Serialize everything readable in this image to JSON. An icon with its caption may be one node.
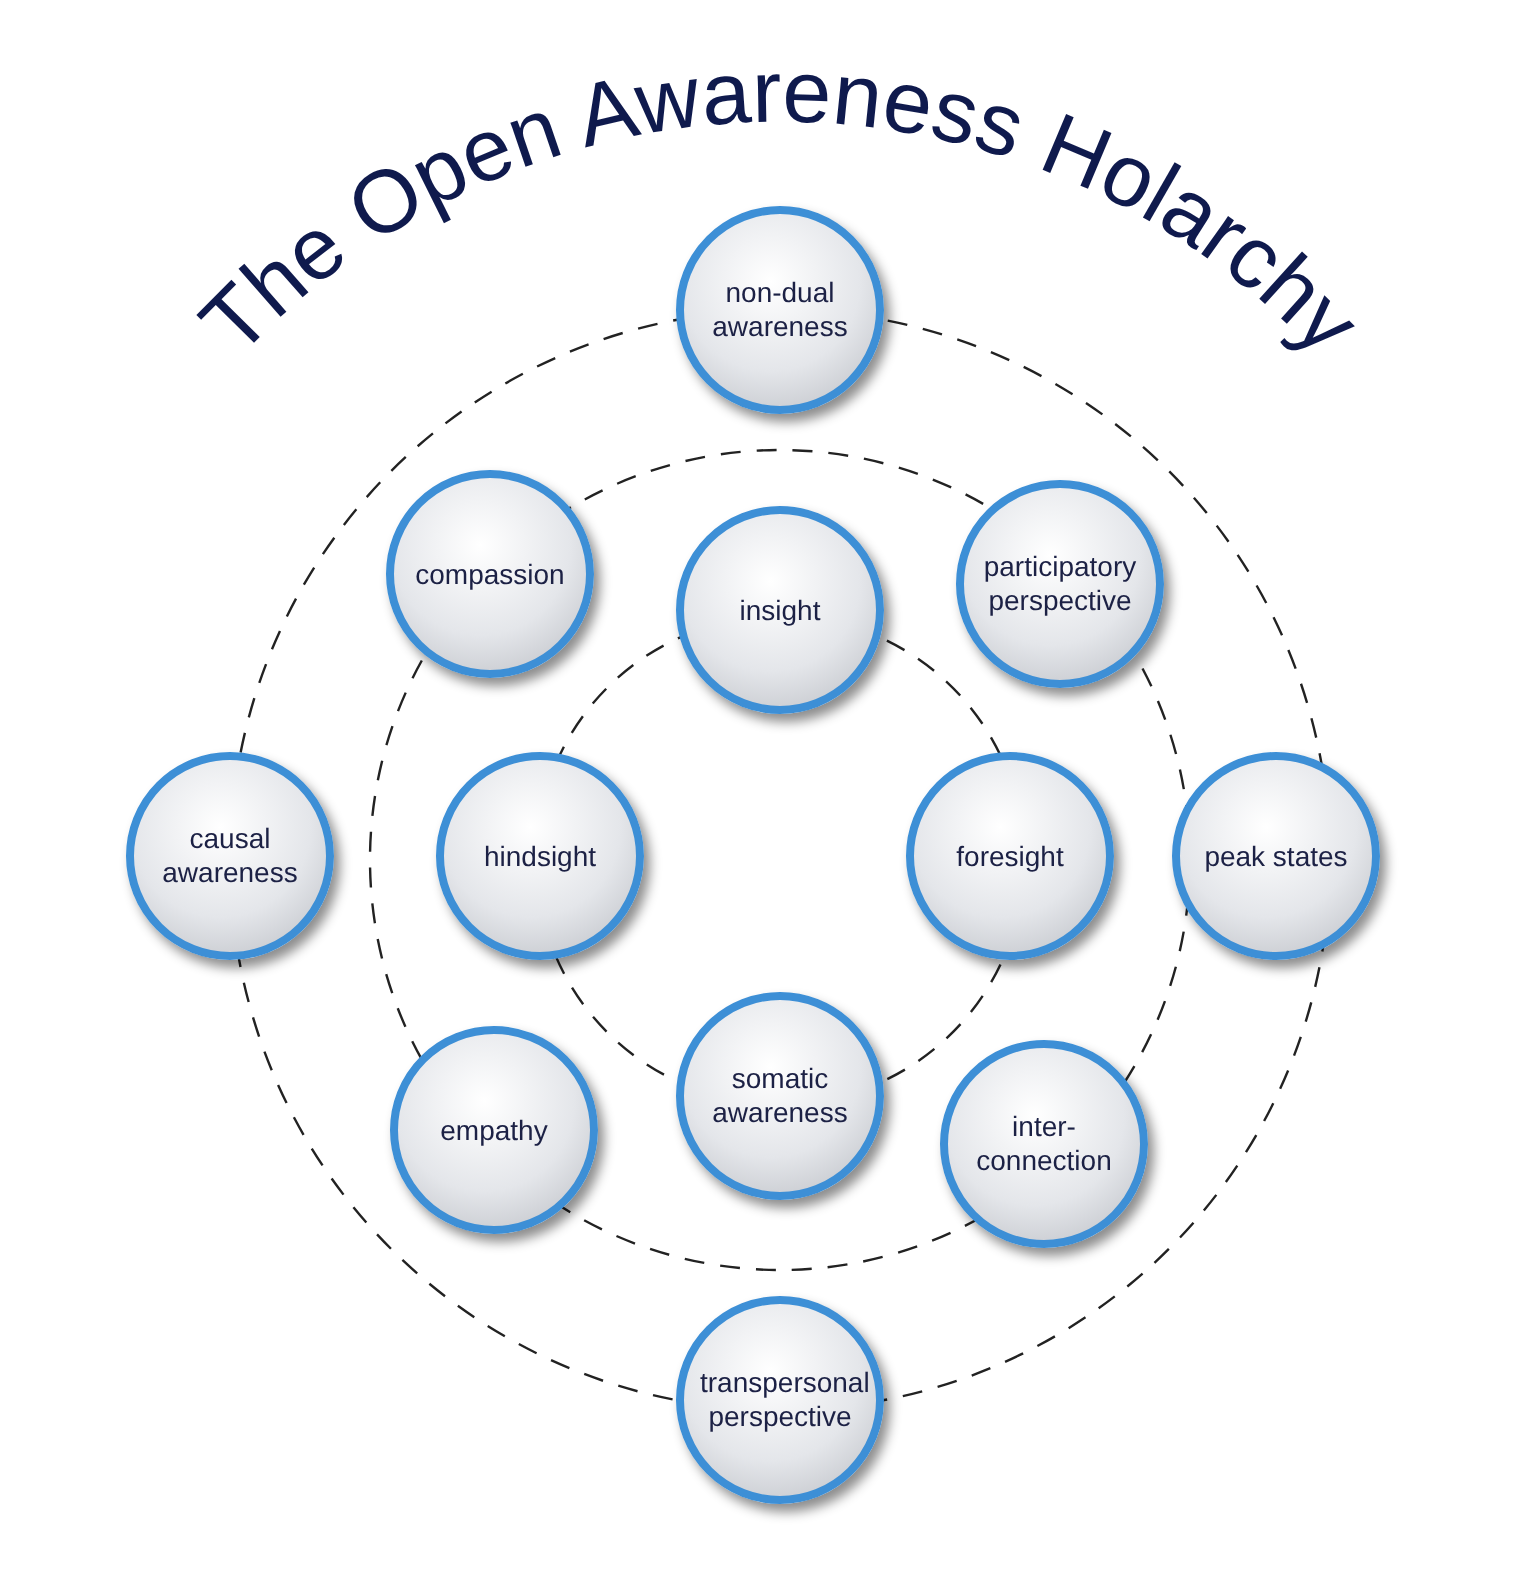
{
  "diagram": {
    "title": "The Open Awareness Holarchy",
    "nodes": [
      {
        "text": [
          "non-dual awareness"
        ]
      },
      {
        "text": [
          "compassion"
        ]
      },
      {
        "text": [
          "insight"
        ]
      },
      {
        "text": [
          "participatory perspective"
        ]
      },
      {
        "text": [
          "causal awareness"
        ]
      },
      {
        "text": [
          "hindsight"
        ]
      },
      {
        "text": [
          "foresight"
        ]
      },
      {
        "text": [
          "peak states"
        ]
      },
      {
        "text": [
          "empathy"
        ]
      },
      {
        "text": [
          "somatic awareness"
        ]
      },
      {
        "text": [
          "inter- connection"
        ]
      },
      {
        "text": [
          "transpersonal perspective"
        ]
      }
    ]
  }
}
